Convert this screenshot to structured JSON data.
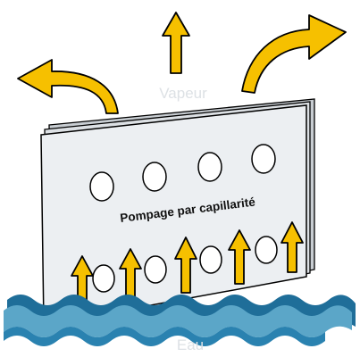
{
  "labels": {
    "vapor": "Vapeur",
    "panel": "Pompage par capillarité",
    "water": "Eau"
  },
  "colors": {
    "arrow_fill": "#F6C000",
    "arrow_stroke": "#000000",
    "panel_fill": "#ECEFF2",
    "panel_back": "#C8CDD2",
    "water_light": "#5BA6C8",
    "water_dark": "#1F6E99",
    "faint_text": "#DDE1E5"
  },
  "icons": {
    "vapor_arrows": "curved-up-arrow",
    "capillary_arrows": "up-arrow"
  }
}
